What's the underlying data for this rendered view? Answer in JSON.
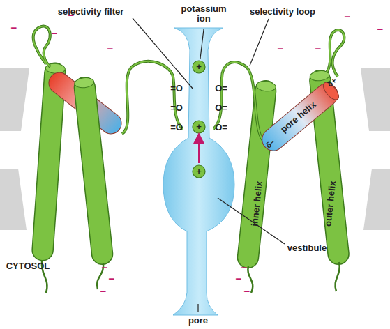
{
  "diagram": {
    "labels": [
      "potassium ion",
      "selectivity filter",
      "selectivity loop",
      "pore helix",
      "δ+",
      "δ−",
      "inner helix",
      "outer helix",
      "CYTOSOL",
      "vestibule",
      "pore",
      "=O",
      "=O",
      "=O",
      "O=",
      "O=",
      "O=",
      "+",
      "+",
      "+",
      "−",
      "−",
      "−",
      "−",
      "−",
      "−",
      "−",
      "−",
      "−",
      "−",
      "−",
      "−",
      "−",
      "−"
    ]
  }
}
